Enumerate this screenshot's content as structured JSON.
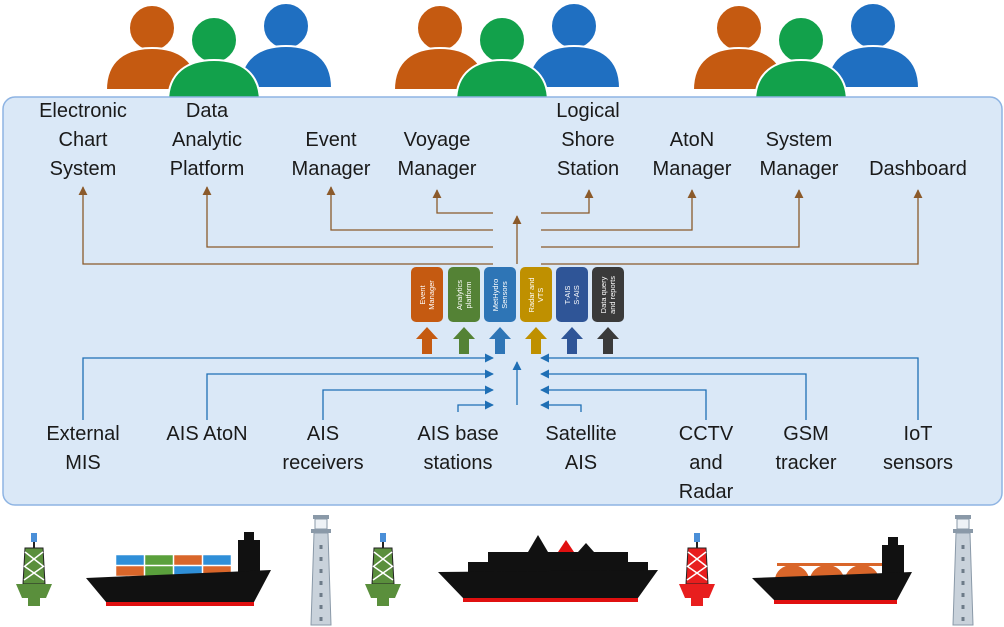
{
  "outputs": [
    {
      "key": "ecs",
      "lines": [
        "Electronic",
        "Chart",
        "System"
      ]
    },
    {
      "key": "dap",
      "lines": [
        "Data",
        "Analytic",
        "Platform"
      ]
    },
    {
      "key": "evm",
      "lines": [
        "Event",
        "Manager"
      ]
    },
    {
      "key": "vym",
      "lines": [
        "Voyage",
        "Manager"
      ]
    },
    {
      "key": "lss",
      "lines": [
        "Logical",
        "Shore",
        "Station"
      ]
    },
    {
      "key": "aton",
      "lines": [
        "AtoN",
        "Manager"
      ]
    },
    {
      "key": "sys",
      "lines": [
        "System",
        "Manager"
      ]
    },
    {
      "key": "dash",
      "lines": [
        "Dashboard"
      ]
    }
  ],
  "inputs": [
    {
      "key": "mis",
      "lines": [
        "External",
        "MIS"
      ]
    },
    {
      "key": "aisaton",
      "lines": [
        "AIS AtoN"
      ]
    },
    {
      "key": "aisrx",
      "lines": [
        "AIS",
        "receivers"
      ]
    },
    {
      "key": "aisbs",
      "lines": [
        "AIS base",
        "stations"
      ]
    },
    {
      "key": "sat",
      "lines": [
        "Satellite",
        "AIS"
      ]
    },
    {
      "key": "cctv",
      "lines": [
        "CCTV",
        "and",
        "Radar"
      ]
    },
    {
      "key": "gsm",
      "lines": [
        "GSM",
        "tracker"
      ]
    },
    {
      "key": "iot",
      "lines": [
        "IoT",
        "sensors"
      ]
    }
  ],
  "modules": [
    {
      "key": "event",
      "lines": [
        "Event",
        "Manager"
      ],
      "color": "#c55a11"
    },
    {
      "key": "analytics",
      "lines": [
        "Analytics",
        "platform"
      ],
      "color": "#548235"
    },
    {
      "key": "methydro",
      "lines": [
        "MetHydro",
        "Sensors"
      ],
      "color": "#2e75b6"
    },
    {
      "key": "radar",
      "lines": [
        "Radar and",
        "VTS"
      ],
      "color": "#bf9000"
    },
    {
      "key": "tais",
      "lines": [
        "T-AIS",
        "S-AIS"
      ],
      "color": "#2f5597"
    },
    {
      "key": "dataq",
      "lines": [
        "Data query",
        "and reports"
      ],
      "color": "#3a3a3a"
    }
  ],
  "colors": {
    "panel_fill": "#dae8f7",
    "panel_stroke": "#8eb4e3",
    "output_line": "#8b5a2b",
    "input_line": "#1f6fb5",
    "user_orange": "#c55a11",
    "user_green": "#12a14b",
    "user_blue": "#1f6fc1",
    "buoy_green": "#5a8f3c",
    "buoy_red": "#e81e1e",
    "hull": "#111111",
    "hull_red": "#e01010",
    "tower": "#8a99a8"
  },
  "icons": [
    "users-icon",
    "buoy-icon",
    "container-ship-icon",
    "lighthouse-icon",
    "cruise-ship-icon",
    "lng-tanker-icon"
  ]
}
